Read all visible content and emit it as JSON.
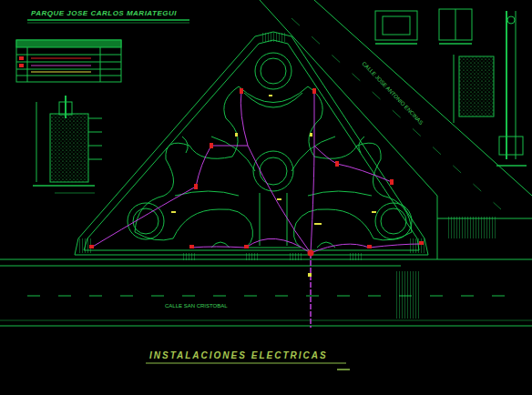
{
  "diagram": {
    "title": "PARQUE JOSE CARLOS MARIATEGUI",
    "caption": "INSTALACIONES ELECTRICAS",
    "labels": [
      "CALLE JOSE ANTONIO ENCINAS",
      "CALLE SAN CRISTOBAL"
    ]
  }
}
